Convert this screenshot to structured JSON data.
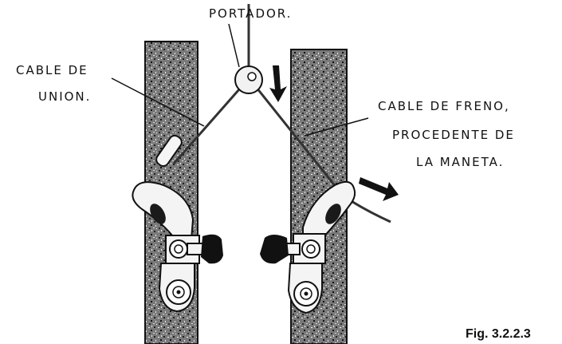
{
  "labels": {
    "portador": "PORTADOR.",
    "cable_union_line1": "CABLE DE",
    "cable_union_line2": "UNION.",
    "cable_freno_line1": "CABLE DE FRENO,",
    "cable_freno_line2": "PROCEDENTE DE",
    "cable_freno_line3": "LA MANETA."
  },
  "figure_caption": "Fig. 3.2.2.3"
}
